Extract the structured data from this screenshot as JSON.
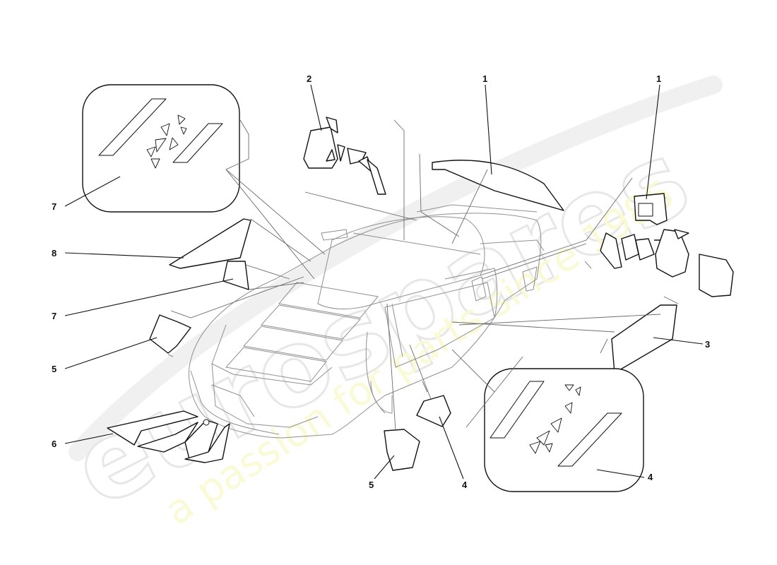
{
  "diagram": {
    "callouts": [
      {
        "id": "c1a",
        "label": "1"
      },
      {
        "id": "c1b",
        "label": "1"
      },
      {
        "id": "c2",
        "label": "2"
      },
      {
        "id": "c3",
        "label": "3"
      },
      {
        "id": "c4a",
        "label": "4"
      },
      {
        "id": "c4b",
        "label": "4"
      },
      {
        "id": "c5a",
        "label": "5"
      },
      {
        "id": "c5b",
        "label": "5"
      },
      {
        "id": "c6",
        "label": "6"
      },
      {
        "id": "c7a",
        "label": "7"
      },
      {
        "id": "c7b",
        "label": "7"
      },
      {
        "id": "c8",
        "label": "8"
      }
    ]
  },
  "watermark": {
    "logo_text": "eurospares",
    "tagline": "a passion for parts since 1985",
    "color": "#d9d9d9",
    "tagline_color": "#f3f3a8"
  },
  "colors": {
    "line": "#111111",
    "car_outline": "#9a9a9a"
  }
}
